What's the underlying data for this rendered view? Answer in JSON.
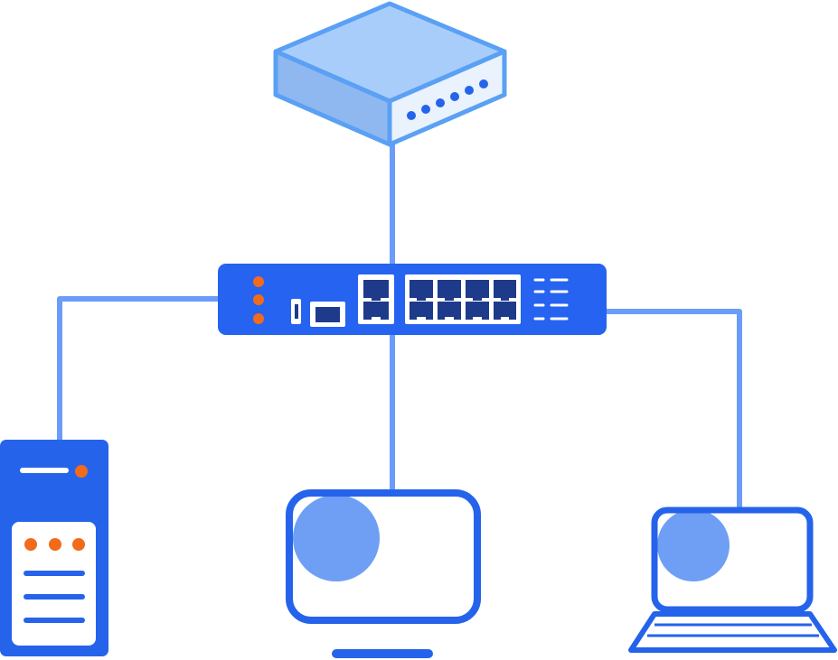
{
  "diagram": {
    "type": "network-topology",
    "nodes": [
      {
        "id": "router",
        "icon": "router-icon",
        "led_count": 6
      },
      {
        "id": "switch",
        "icon": "network-switch-icon",
        "status_leds": 3,
        "uplink_ports": 2,
        "access_ports": 8
      },
      {
        "id": "server",
        "icon": "server-tower-icon",
        "status_leds": 3
      },
      {
        "id": "desktop",
        "icon": "desktop-monitor-icon"
      },
      {
        "id": "laptop",
        "icon": "laptop-icon"
      }
    ],
    "links": [
      {
        "from": "router",
        "to": "switch"
      },
      {
        "from": "switch",
        "to": "server"
      },
      {
        "from": "switch",
        "to": "desktop"
      },
      {
        "from": "switch",
        "to": "laptop"
      }
    ]
  },
  "colors": {
    "cable": "#6b9cf8",
    "device_blue": "#2563eb",
    "switch_body": "#2563f0",
    "port_dark": "#1e3a8a",
    "accent_orange": "#f26b1d",
    "router_top": "#a9cdfb",
    "router_front": "#8eb8ef",
    "screen_fill": "#6e9ff5",
    "background": "#ffffff"
  }
}
